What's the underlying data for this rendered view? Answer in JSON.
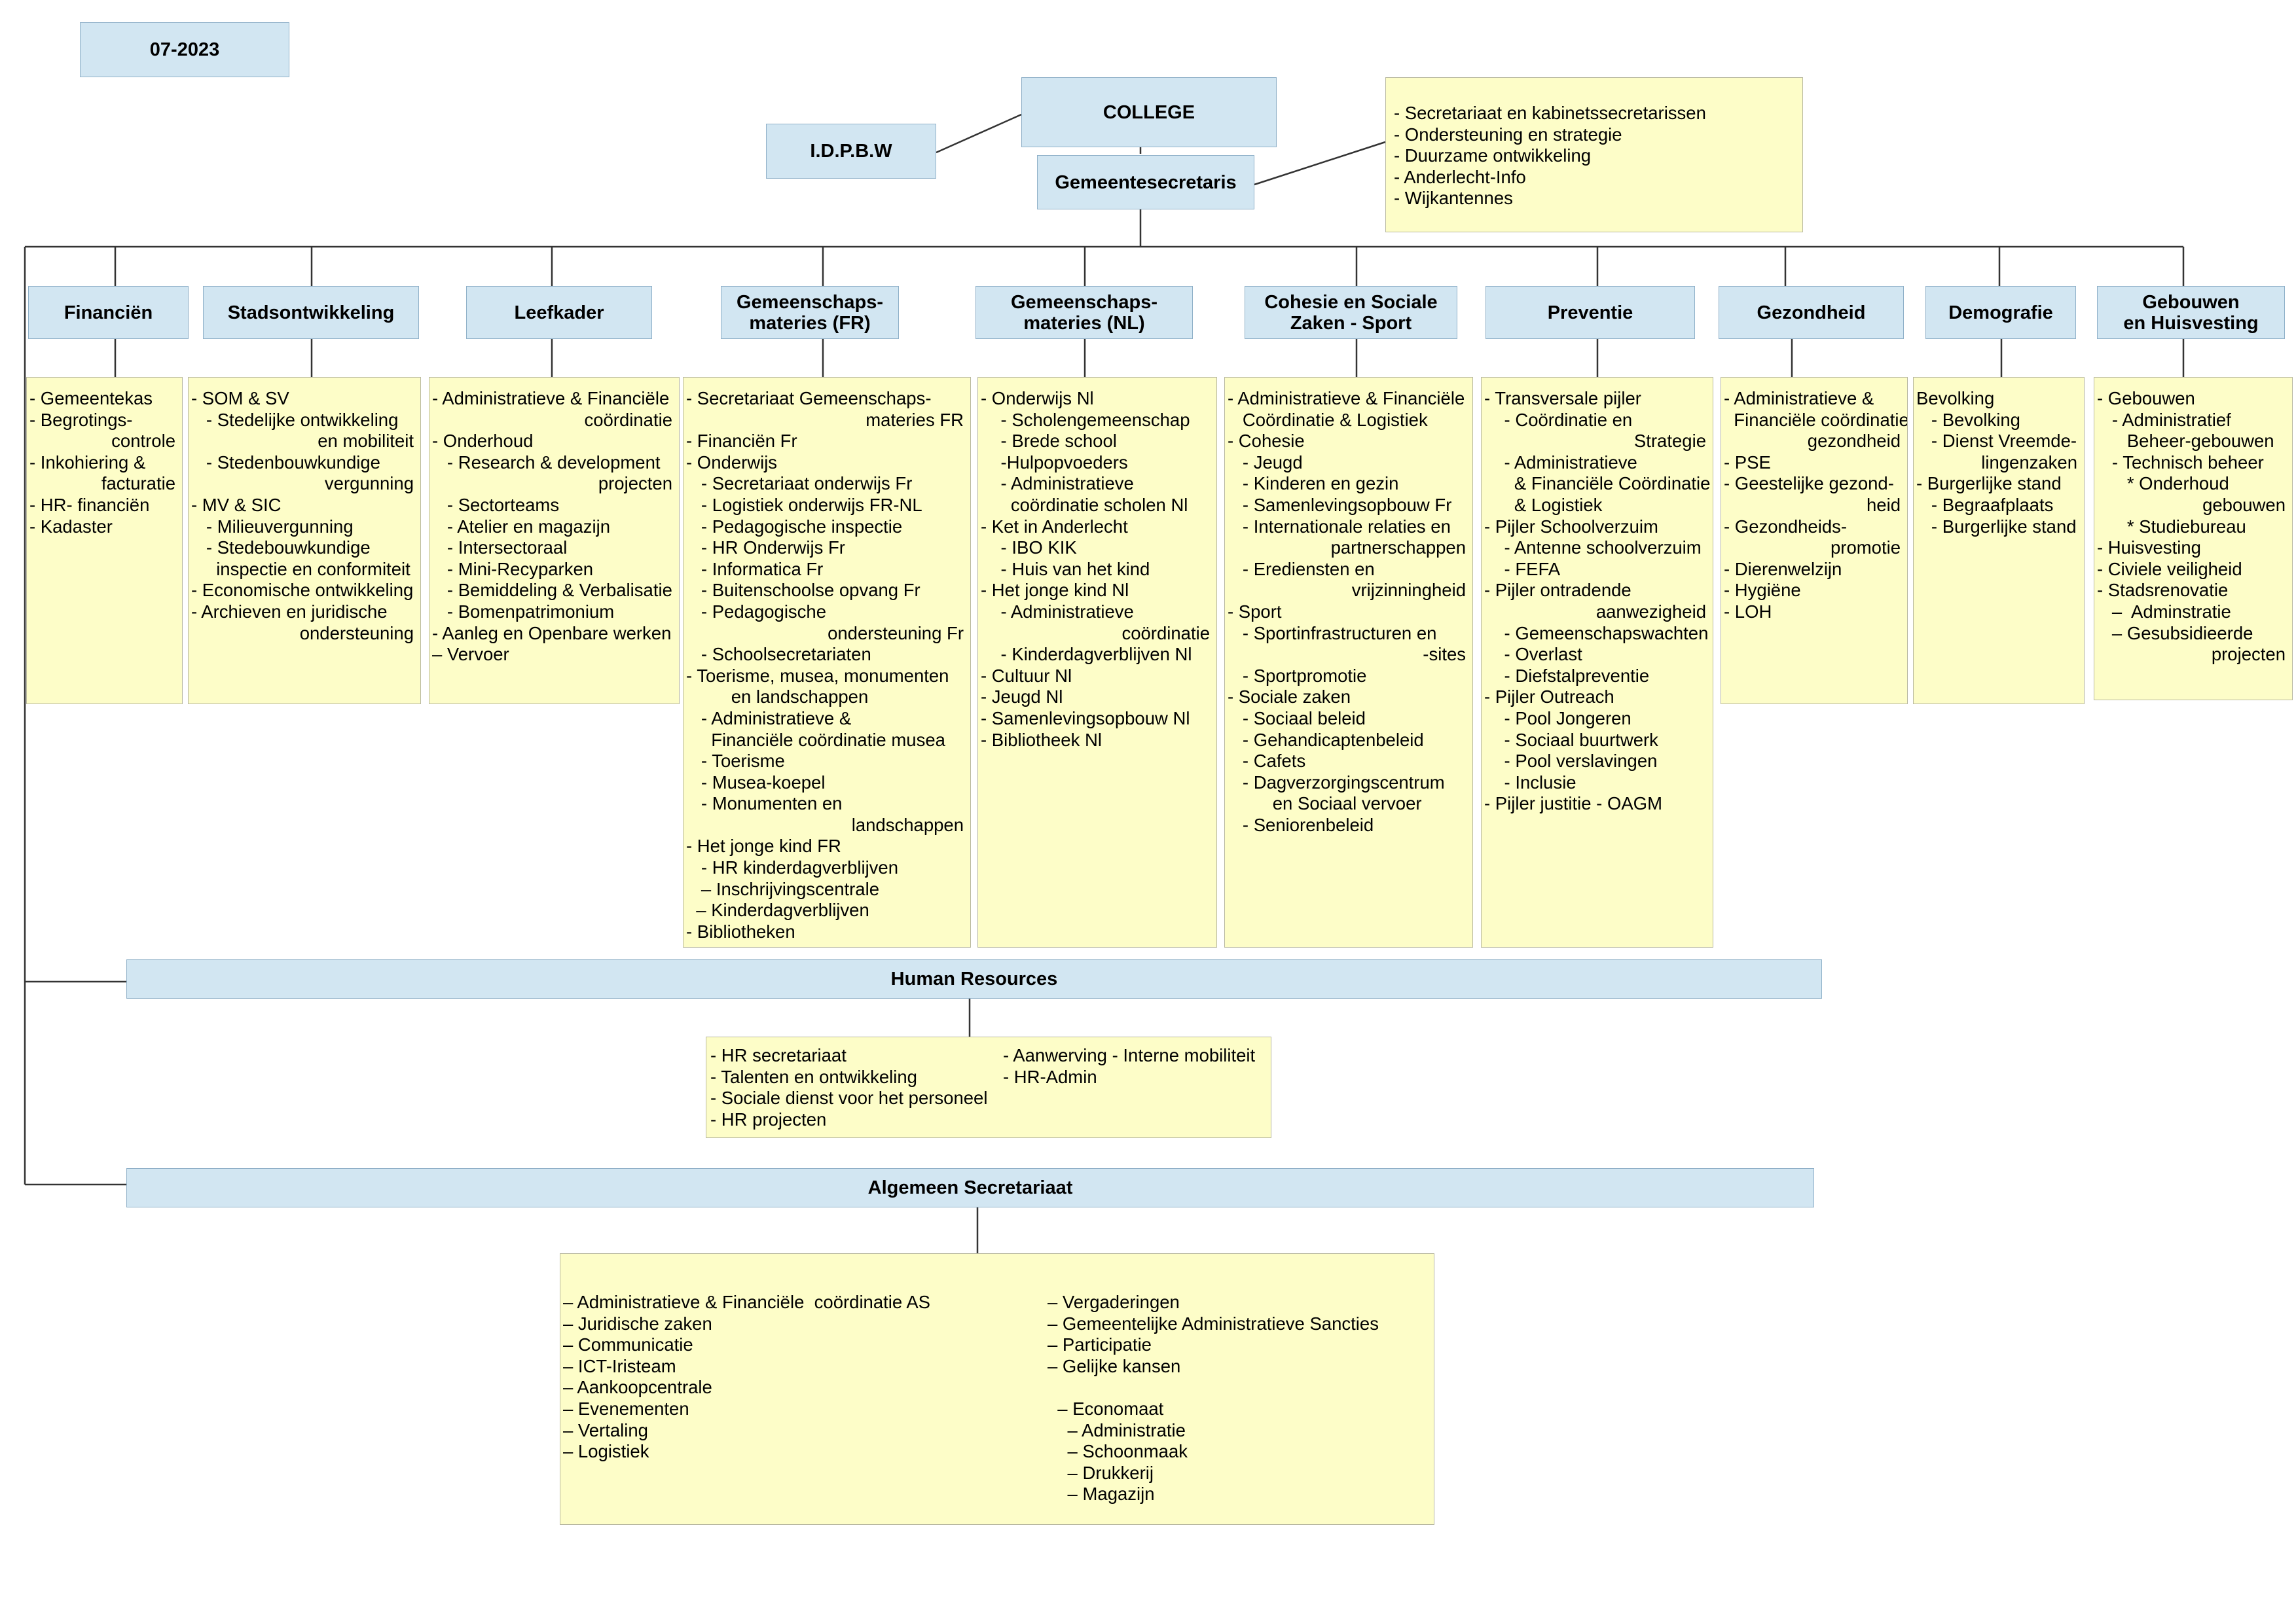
{
  "date": "07-2023",
  "top": {
    "college": "COLLEGE",
    "idpbw": "I.D.P.B.W",
    "secretaris": "Gemeentesecretaris",
    "staff": [
      "- Secretariaat en kabinetssecretarissen",
      "- Ondersteuning en strategie",
      "- Duurzame ontwikkeling",
      "- Anderlecht-Info",
      "- Wijkantennes"
    ]
  },
  "departments": [
    {
      "title": "Financiën",
      "lines": [
        {
          "t": "- Gemeentekas",
          "a": "l"
        },
        {
          "t": "- Begrotings-",
          "a": "l"
        },
        {
          "t": "controle",
          "a": "r"
        },
        {
          "t": "- Inkohiering &",
          "a": "l"
        },
        {
          "t": "facturatie",
          "a": "r"
        },
        {
          "t": "- HR- financiën",
          "a": "l"
        },
        {
          "t": "- Kadaster",
          "a": "l"
        }
      ]
    },
    {
      "title": "Stadsontwikkeling",
      "lines": [
        {
          "t": "- SOM & SV",
          "a": "l"
        },
        {
          "t": "   - Stedelijke ontwikkeling",
          "a": "l"
        },
        {
          "t": "en mobiliteit",
          "a": "r"
        },
        {
          "t": "   - Stedenbouwkundige",
          "a": "l"
        },
        {
          "t": "vergunning",
          "a": "r"
        },
        {
          "t": "- MV & SIC",
          "a": "l"
        },
        {
          "t": "   - Milieuvergunning",
          "a": "l"
        },
        {
          "t": "   - Stedebouwkundige",
          "a": "l"
        },
        {
          "t": "     inspectie en conformiteit",
          "a": "l"
        },
        {
          "t": "- Economische ontwikkeling",
          "a": "l"
        },
        {
          "t": "- Archieven en juridische",
          "a": "l"
        },
        {
          "t": "ondersteuning",
          "a": "r"
        }
      ]
    },
    {
      "title": "Leefkader",
      "lines": [
        {
          "t": "- Administratieve & Financiële",
          "a": "l"
        },
        {
          "t": "coördinatie",
          "a": "r"
        },
        {
          "t": "- Onderhoud",
          "a": "l"
        },
        {
          "t": "   - Research & development",
          "a": "l"
        },
        {
          "t": "projecten",
          "a": "r"
        },
        {
          "t": "   - Sectorteams",
          "a": "l"
        },
        {
          "t": "   - Atelier en magazijn",
          "a": "l"
        },
        {
          "t": "   - Intersectoraal",
          "a": "l"
        },
        {
          "t": "   - Mini-Recyparken",
          "a": "l"
        },
        {
          "t": "   - Bemiddeling & Verbalisatie",
          "a": "l"
        },
        {
          "t": "   - Bomenpatrimonium",
          "a": "l"
        },
        {
          "t": "- Aanleg en Openbare werken",
          "a": "l"
        },
        {
          "t": "– Vervoer",
          "a": "l"
        }
      ]
    },
    {
      "title": "Gemeenschaps-\nmateries (FR)",
      "lines": [
        {
          "t": "- Secretariaat Gemeenschaps-",
          "a": "l"
        },
        {
          "t": "materies FR",
          "a": "r"
        },
        {
          "t": "- Financiën Fr",
          "a": "l"
        },
        {
          "t": "- Onderwijs",
          "a": "l"
        },
        {
          "t": "   - Secretariaat onderwijs Fr",
          "a": "l"
        },
        {
          "t": "   - Logistiek onderwijs FR-NL",
          "a": "l"
        },
        {
          "t": "   - Pedagogische inspectie",
          "a": "l"
        },
        {
          "t": "   - HR Onderwijs Fr",
          "a": "l"
        },
        {
          "t": "   - Informatica Fr",
          "a": "l"
        },
        {
          "t": "   - Buitenschoolse opvang Fr",
          "a": "l"
        },
        {
          "t": "   - Pedagogische",
          "a": "l"
        },
        {
          "t": "ondersteuning Fr",
          "a": "r"
        },
        {
          "t": "   - Schoolsecretariaten",
          "a": "l"
        },
        {
          "t": "- Toerisme, musea, monumenten",
          "a": "l"
        },
        {
          "t": "         en landschappen",
          "a": "l"
        },
        {
          "t": "   - Administratieve &",
          "a": "l"
        },
        {
          "t": "     Financiële coördinatie musea",
          "a": "l"
        },
        {
          "t": "   - Toerisme",
          "a": "l"
        },
        {
          "t": "   - Musea-koepel",
          "a": "l"
        },
        {
          "t": "   - Monumenten en",
          "a": "l"
        },
        {
          "t": "landschappen",
          "a": "r"
        },
        {
          "t": "- Het jonge kind FR",
          "a": "l"
        },
        {
          "t": "   - HR kinderdagverblijven",
          "a": "l"
        },
        {
          "t": "   – Inschrijvingscentrale",
          "a": "l"
        },
        {
          "t": "  – Kinderdagverblijven",
          "a": "l"
        },
        {
          "t": "- Bibliotheken",
          "a": "l"
        }
      ]
    },
    {
      "title": "Gemeenschaps-\nmateries (NL)",
      "lines": [
        {
          "t": "- Onderwijs Nl",
          "a": "l"
        },
        {
          "t": "    - Scholengemeenschap",
          "a": "l"
        },
        {
          "t": "    - Brede school",
          "a": "l"
        },
        {
          "t": "    -Hulpopvoeders",
          "a": "l"
        },
        {
          "t": "    - Administratieve",
          "a": "l"
        },
        {
          "t": "      coördinatie scholen Nl",
          "a": "l"
        },
        {
          "t": "- Ket in Anderlecht",
          "a": "l"
        },
        {
          "t": "    - IBO KIK",
          "a": "l"
        },
        {
          "t": "    - Huis van het kind",
          "a": "l"
        },
        {
          "t": "- Het jonge kind Nl",
          "a": "l"
        },
        {
          "t": "    - Administratieve",
          "a": "l"
        },
        {
          "t": "coördinatie",
          "a": "r"
        },
        {
          "t": "    - Kinderdagverblijven Nl",
          "a": "l"
        },
        {
          "t": "- Cultuur Nl",
          "a": "l"
        },
        {
          "t": "- Jeugd Nl",
          "a": "l"
        },
        {
          "t": "- Samenlevingsopbouw Nl",
          "a": "l"
        },
        {
          "t": "- Bibliotheek Nl",
          "a": "l"
        }
      ]
    },
    {
      "title": "Cohesie en Sociale\nZaken - Sport",
      "lines": [
        {
          "t": "- Administratieve & Financiële",
          "a": "l"
        },
        {
          "t": "   Coördinatie & Logistiek",
          "a": "l"
        },
        {
          "t": "- Cohesie",
          "a": "l"
        },
        {
          "t": "   - Jeugd",
          "a": "l"
        },
        {
          "t": "   - Kinderen en gezin",
          "a": "l"
        },
        {
          "t": "   - Samenlevingsopbouw Fr",
          "a": "l"
        },
        {
          "t": "   - Internationale relaties en",
          "a": "l"
        },
        {
          "t": "partnerschappen",
          "a": "r"
        },
        {
          "t": "   - Erediensten en",
          "a": "l"
        },
        {
          "t": "vrijzinningheid",
          "a": "r"
        },
        {
          "t": "- Sport",
          "a": "l"
        },
        {
          "t": "   - Sportinfrastructuren en",
          "a": "l"
        },
        {
          "t": "-sites",
          "a": "r"
        },
        {
          "t": "   - Sportpromotie",
          "a": "l"
        },
        {
          "t": "- Sociale zaken",
          "a": "l"
        },
        {
          "t": "   - Sociaal beleid",
          "a": "l"
        },
        {
          "t": "   - Gehandicaptenbeleid",
          "a": "l"
        },
        {
          "t": "   - Cafets",
          "a": "l"
        },
        {
          "t": "   - Dagverzorgingscentrum",
          "a": "l"
        },
        {
          "t": "         en Sociaal vervoer",
          "a": "l"
        },
        {
          "t": "   - Seniorenbeleid",
          "a": "l"
        }
      ]
    },
    {
      "title": "Preventie",
      "lines": [
        {
          "t": "- Transversale pijler",
          "a": "l"
        },
        {
          "t": "    - Coördinatie en",
          "a": "l"
        },
        {
          "t": "Strategie",
          "a": "r"
        },
        {
          "t": "    - Administratieve",
          "a": "l"
        },
        {
          "t": "      & Financiële Coördinatie",
          "a": "l"
        },
        {
          "t": "      & Logistiek",
          "a": "l"
        },
        {
          "t": "- Pijler Schoolverzuim",
          "a": "l"
        },
        {
          "t": "    - Antenne schoolverzuim",
          "a": "l"
        },
        {
          "t": "    - FEFA",
          "a": "l"
        },
        {
          "t": "- Pijler ontradende",
          "a": "l"
        },
        {
          "t": "aanwezigheid",
          "a": "r"
        },
        {
          "t": "    - Gemeenschapswachten",
          "a": "l"
        },
        {
          "t": "    - Overlast",
          "a": "l"
        },
        {
          "t": "    - Diefstalpreventie",
          "a": "l"
        },
        {
          "t": "- Pijler Outreach",
          "a": "l"
        },
        {
          "t": "    - Pool Jongeren",
          "a": "l"
        },
        {
          "t": "    - Sociaal buurtwerk",
          "a": "l"
        },
        {
          "t": "    - Pool verslavingen",
          "a": "l"
        },
        {
          "t": "    - Inclusie",
          "a": "l"
        },
        {
          "t": "- Pijler justitie - OAGM",
          "a": "l"
        }
      ]
    },
    {
      "title": "Gezondheid",
      "lines": [
        {
          "t": "- Administratieve &",
          "a": "l"
        },
        {
          "t": "  Financiële coördinatie",
          "a": "l"
        },
        {
          "t": "gezondheid",
          "a": "r"
        },
        {
          "t": "- PSE",
          "a": "l"
        },
        {
          "t": "- Geestelijke gezond-",
          "a": "l"
        },
        {
          "t": "heid",
          "a": "r"
        },
        {
          "t": "- Gezondheids-",
          "a": "l"
        },
        {
          "t": "promotie",
          "a": "r"
        },
        {
          "t": "- Dierenwelzijn",
          "a": "l"
        },
        {
          "t": "- Hygiëne",
          "a": "l"
        },
        {
          "t": "- LOH",
          "a": "l"
        }
      ]
    },
    {
      "title": "Demografie",
      "lines": [
        {
          "t": "Bevolking",
          "a": "l"
        },
        {
          "t": "   - Bevolking",
          "a": "l"
        },
        {
          "t": "   - Dienst Vreemde-",
          "a": "l"
        },
        {
          "t": "lingenzaken",
          "a": "r"
        },
        {
          "t": "- Burgerlijke stand",
          "a": "l"
        },
        {
          "t": "   - Begraafplaats",
          "a": "l"
        },
        {
          "t": "   - Burgerlijke stand",
          "a": "l"
        }
      ]
    },
    {
      "title": "Gebouwen\nen Huisvesting",
      "lines": [
        {
          "t": "- Gebouwen",
          "a": "l"
        },
        {
          "t": "   - Administratief",
          "a": "l"
        },
        {
          "t": "      Beheer-gebouwen",
          "a": "l"
        },
        {
          "t": "   - Technisch beheer",
          "a": "l"
        },
        {
          "t": "      * Onderhoud",
          "a": "l"
        },
        {
          "t": "gebouwen",
          "a": "r"
        },
        {
          "t": "      * Studiebureau",
          "a": "l"
        },
        {
          "t": "- Huisvesting",
          "a": "l"
        },
        {
          "t": "- Civiele veiligheid",
          "a": "l"
        },
        {
          "t": "- Stadsrenovatie",
          "a": "l"
        },
        {
          "t": "   –  Adminstratie",
          "a": "l"
        },
        {
          "t": "   – Gesubsidieerde",
          "a": "l"
        },
        {
          "t": "projecten",
          "a": "r"
        }
      ]
    }
  ],
  "hr": {
    "title": "Human Resources",
    "left": [
      "- HR secretariaat",
      "- Talenten en ontwikkeling",
      "- Sociale dienst voor het personeel",
      "- HR projecten"
    ],
    "right": [
      "- Aanwerving - Interne mobiliteit",
      "- HR-Admin"
    ]
  },
  "as": {
    "title": "Algemeen Secretariaat",
    "left": [
      "– Administratieve & Financiële  coördinatie AS",
      "– Juridische zaken",
      "– Communicatie",
      "– ICT-Iristeam",
      "– Aankoopcentrale",
      "– Evenementen",
      "– Vertaling",
      "– Logistiek"
    ],
    "right": [
      "– Vergaderingen",
      "– Gemeentelijke Administratieve Sancties",
      "– Participatie",
      "– Gelijke kansen",
      "",
      "  – Economaat",
      "    – Administratie",
      "    – Schoonmaak",
      "    – Drukkerij",
      "    – Magazijn"
    ]
  }
}
